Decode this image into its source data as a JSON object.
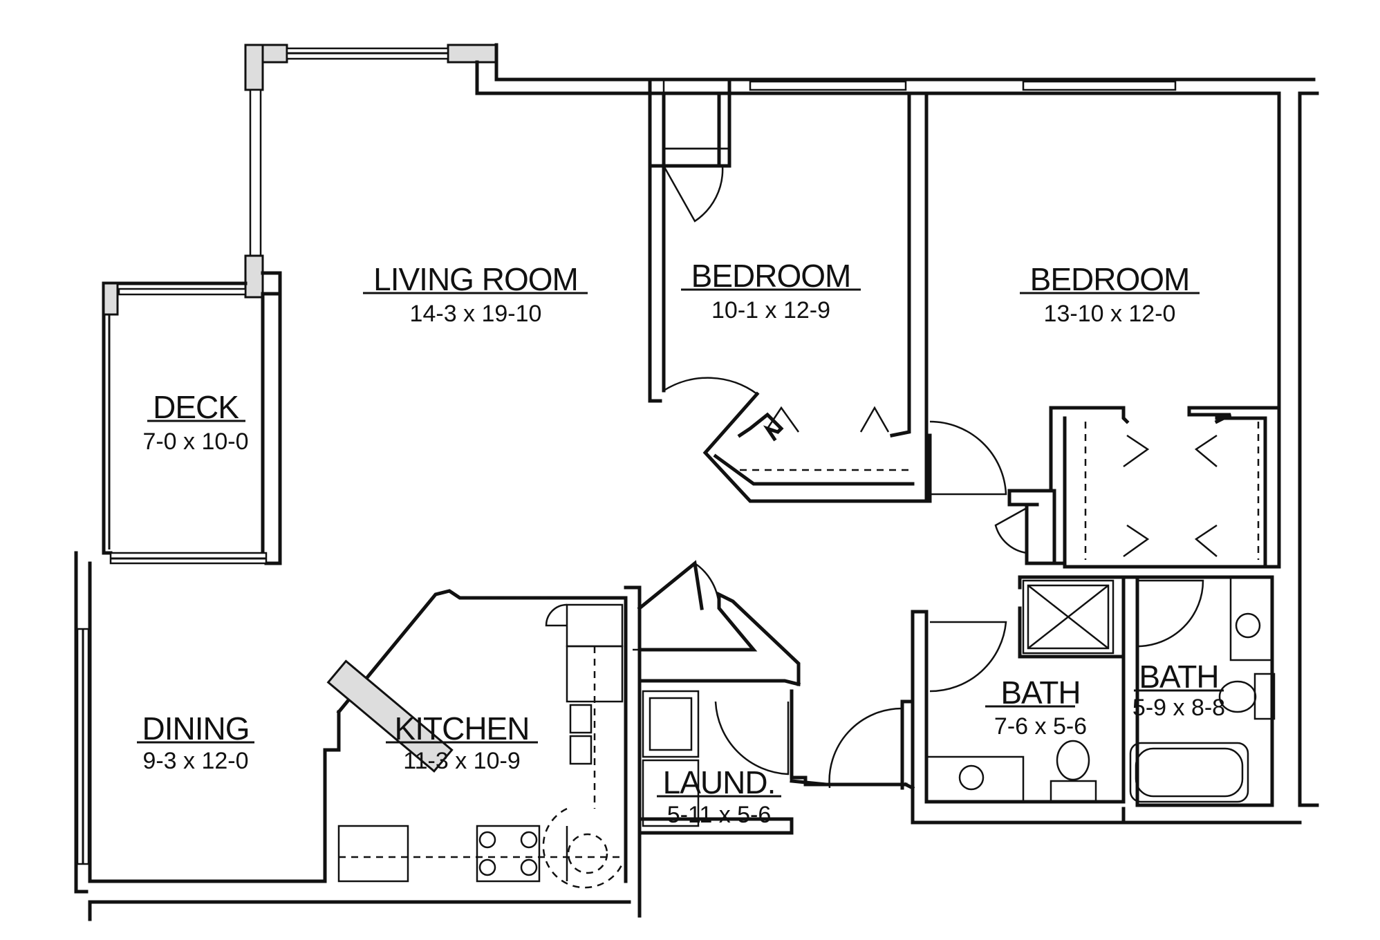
{
  "rooms": [
    {
      "id": "living",
      "name": "LIVING ROOM",
      "dims": "14-3 x 19-10"
    },
    {
      "id": "bedroom1",
      "name": "BEDROOM",
      "dims": "10-1 x 12-9"
    },
    {
      "id": "bedroom2",
      "name": "BEDROOM",
      "dims": "13-10 x 12-0"
    },
    {
      "id": "deck",
      "name": "DECK",
      "dims": "7-0 x 10-0"
    },
    {
      "id": "dining",
      "name": "DINING",
      "dims": "9-3 x 12-0"
    },
    {
      "id": "kitchen",
      "name": "KITCHEN",
      "dims": "11-3 x 10-9"
    },
    {
      "id": "laundry",
      "name": "LAUND.",
      "dims": "5-11 x 5-6"
    },
    {
      "id": "bath1",
      "name": "BATH",
      "dims": "7-6 x 5-6"
    },
    {
      "id": "bath2",
      "name": "BATH",
      "dims": "5-9 x 8-8"
    }
  ]
}
